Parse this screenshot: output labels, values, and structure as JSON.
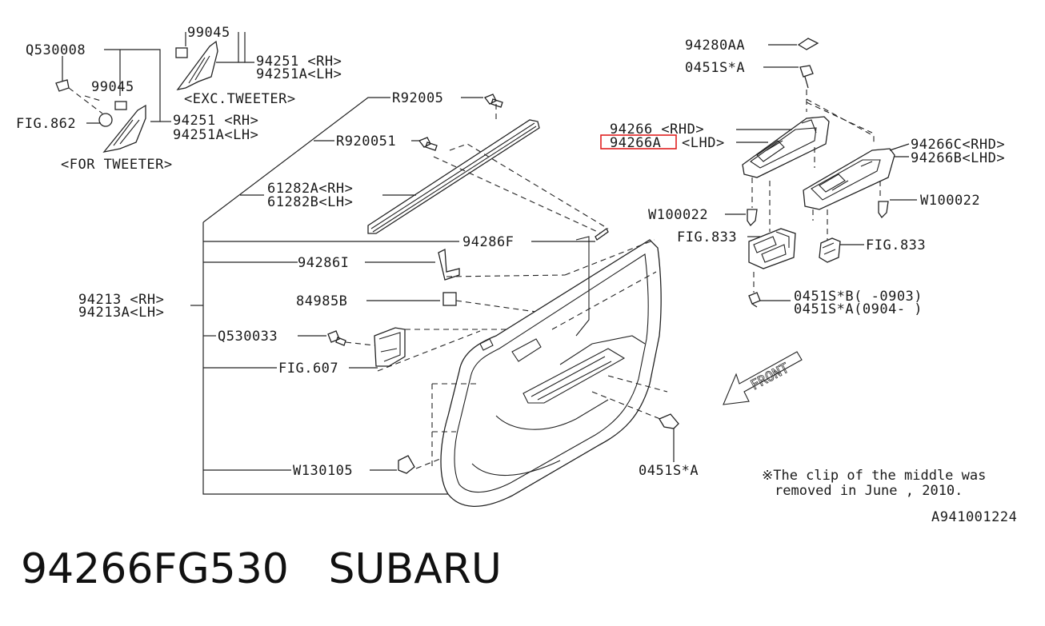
{
  "caption": {
    "part_number": "94266FG530",
    "brand": "SUBARU"
  },
  "labels": {
    "q530008": "Q530008",
    "n99045_top": "99045",
    "n94251_rh_top": "94251 <RH>",
    "n94251a_lh_top": "94251A<LH>",
    "exc_tweeter": "<EXC.TWEETER>",
    "n99045_mid": "99045",
    "fig862": "FIG.862",
    "n94251_rh": "94251 <RH>",
    "n94251a_lh": "94251A<LH>",
    "for_tweeter": "<FOR TWEETER>",
    "r92005": "R92005",
    "r920051": "R920051",
    "n61282a": "61282A<RH>",
    "n61282b": "61282B<LH>",
    "n94286f": "94286F",
    "n94286i": "94286I",
    "n94213_rh": "94213 <RH>",
    "n94213a_lh": "94213A<LH>",
    "n84985b": "84985B",
    "q530033": "Q530033",
    "fig607": "FIG.607",
    "w130105": "W130105",
    "n0451s_a_bottom": "0451S*A",
    "n94280aa": "94280AA",
    "n0451s_a_top": "0451S*A",
    "n94266_rhd": "94266 <RHD>",
    "n94266a_lhd_code": "94266A",
    "n94266a_lhd_suffix": "<LHD>",
    "n94266c_rhd": "94266C<RHD>",
    "n94266b_lhd": "94266B<LHD>",
    "w100022_left": "W100022",
    "w100022_right": "W100022",
    "fig833_left": "FIG.833",
    "fig833_right": "FIG.833",
    "n0451s_b": "0451S*B( -0903)",
    "n0451s_a_range": "0451S*A(0904- )",
    "front": "FRONT",
    "note_line1": "※The clip of the middle was",
    "note_line2": "removed in June , 2010.",
    "ref_code": "A941001224"
  },
  "colors": {
    "line": "#222222",
    "highlight": "#e02020",
    "background": "#ffffff"
  }
}
